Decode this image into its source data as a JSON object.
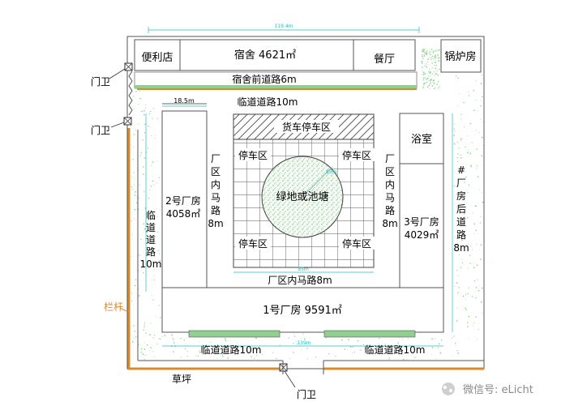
{
  "plan": {
    "buildings": {
      "store": "便利店",
      "dorm": "宿舍 4621㎡",
      "canteen": "餐厅",
      "boiler": "锅炉房",
      "bath": "浴室",
      "factory1": "1号厂房 9591㎡",
      "factory2_name": "2号厂房",
      "factory2_area": "4058㎡",
      "factory3_name": "3号厂房",
      "factory3_area": "4029㎡"
    },
    "roads": {
      "front_dorm": "宿舍前道路6m",
      "top": "临道道路10m",
      "left_vertical": "临道道路10m",
      "inner_left": "厂区内马路8m",
      "inner_right": "厂区内马路8m",
      "inner_bottom": "厂区内马路8m",
      "back3": "3#厂房后道路8m",
      "bottom_left": "临道道路10m",
      "bottom_right": "临道道路10m"
    },
    "parking": {
      "truck": "货车停车区",
      "p_tl": "停车区",
      "p_tr": "停车区",
      "p_bl": "停车区",
      "p_br": "停车区"
    },
    "center": "绿地或池塘",
    "guards": {
      "left_top": "门卫",
      "left_mid": "门卫",
      "bottom": "门卫"
    },
    "fence": "栏杆",
    "lawn": "草坪",
    "dims": {
      "total_width": "119.4m",
      "f2_width": "18.5m",
      "center_d": "85m",
      "park_w": "85m",
      "road_bottom": "139m"
    },
    "watermark": "微信号: eLicht",
    "colors": {
      "dim": "#22bdbd",
      "fence": "#d98a2b",
      "lawn_strip": "#8fcf8f",
      "grass": "#7fc47f"
    }
  }
}
